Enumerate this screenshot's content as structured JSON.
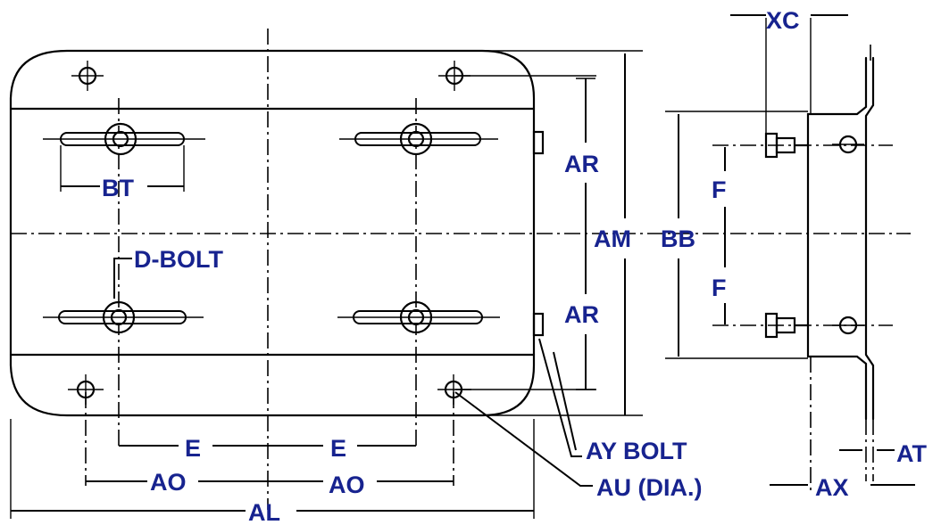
{
  "labels": {
    "xc": "XC",
    "bt": "BT",
    "ar_top": "AR",
    "am": "AM",
    "bb": "BB",
    "f_top": "F",
    "d_bolt": "D-BOLT",
    "ar_bottom": "AR",
    "f_bottom": "F",
    "e_left": "E",
    "e_right": "E",
    "ay_bolt": "AY BOLT",
    "at": "AT",
    "ao_left": "AO",
    "ao_right": "AO",
    "au_dia": "AU (DIA.)",
    "ax": "AX",
    "al": "AL"
  },
  "colors": {
    "label": "#17238f",
    "line": "#000000",
    "background": "#ffffff"
  }
}
